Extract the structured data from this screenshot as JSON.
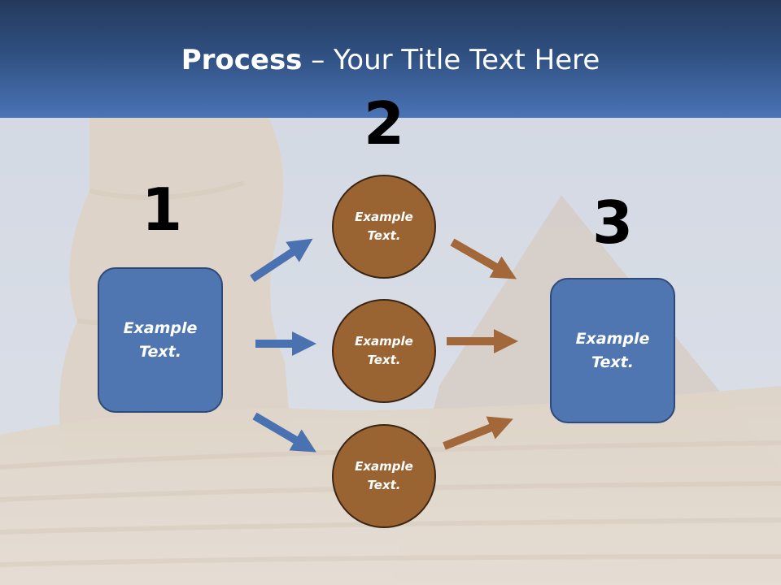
{
  "title": {
    "bold_part": "Process",
    "rest": " – Your Title Text Here"
  },
  "steps": {
    "one": "1",
    "two": "2",
    "three": "3"
  },
  "left_box": {
    "text_line1": "Example",
    "text_line2": "Text."
  },
  "circles": [
    {
      "text_line1": "Example",
      "text_line2": "Text."
    },
    {
      "text_line1": "Example",
      "text_line2": "Text."
    },
    {
      "text_line1": "Example",
      "text_line2": "Text."
    }
  ],
  "right_box": {
    "text_line1": "Example",
    "text_line2": "Text."
  },
  "colors": {
    "header": "#2f4f80",
    "box_fill": "#4f76b0",
    "circle_fill": "#9a6432",
    "blue_arrow": "#4a72b0",
    "brown_arrow": "#a2683a"
  }
}
